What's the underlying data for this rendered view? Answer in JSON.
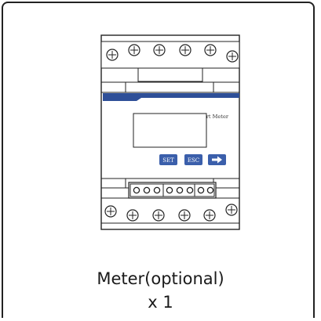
{
  "caption": {
    "name": "Meter(optional)",
    "quantity": "x 1"
  },
  "meter": {
    "panel_label": "Three-Phase Smart Meter",
    "buttons": {
      "set": "SET",
      "esc": "ESC",
      "enter_icon": "arrow-right-icon"
    },
    "accent_color": "#3b5fab",
    "stripe_color": "#2e4f98"
  }
}
